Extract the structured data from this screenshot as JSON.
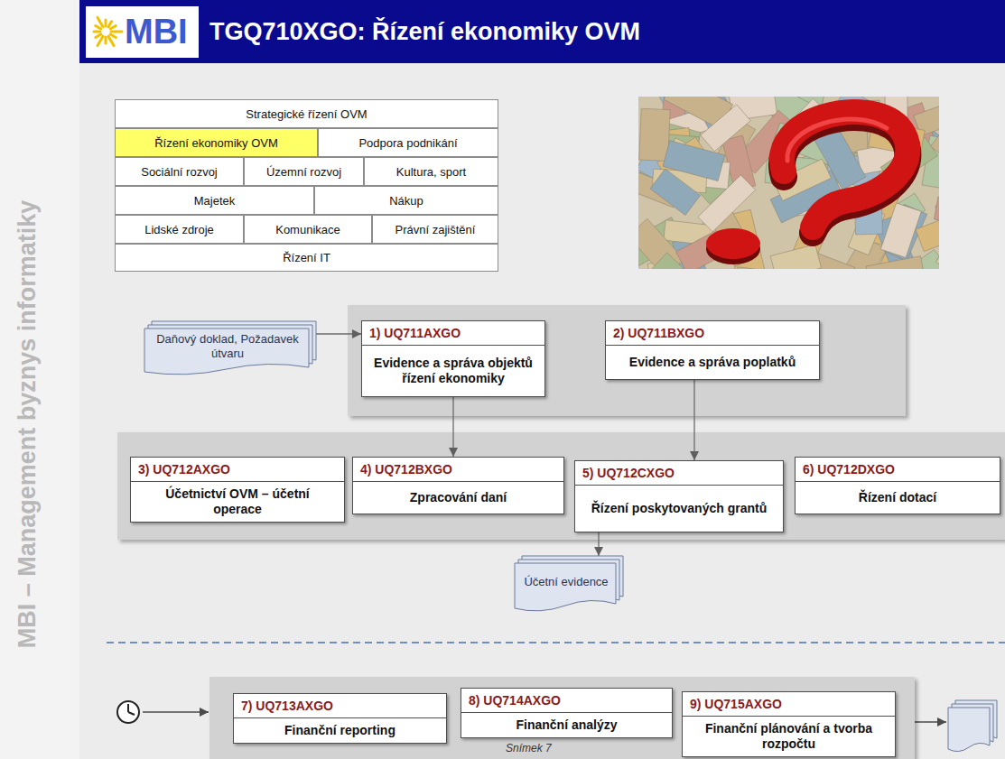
{
  "diagram": {
    "title": "TGQ710XGO: Řízení ekonomiky OVM",
    "nodes": [
      {
        "text": [
          "Daňový doklad, Požadavek útvaru"
        ]
      },
      {
        "text": [
          "1) UQ711AXGO",
          "Evidence a správa objektů řízení ekonomiky"
        ]
      },
      {
        "text": [
          "2) UQ711BXGO",
          "Evidence a správa poplatků"
        ]
      },
      {
        "text": [
          "3) UQ712AXGO",
          "Účetnictví OVM – účetní operace"
        ]
      },
      {
        "text": [
          "4) UQ712BXGO",
          "Zpracování daní"
        ]
      },
      {
        "text": [
          "5) UQ712CXGO",
          "Řízení poskytovaných grantů"
        ]
      },
      {
        "text": [
          "6) UQ712DXGO",
          "Řízení dotací"
        ]
      },
      {
        "text": [
          "Účetní evidence"
        ]
      },
      {
        "text": [
          "7) UQ713AXGO",
          "Finanční reporting"
        ]
      },
      {
        "text": [
          "8) UQ714AXGO",
          "Finanční analýzy"
        ]
      },
      {
        "text": [
          "9) UQ715AXGO",
          "Finanční plánování a tvorba rozpočtu"
        ]
      }
    ],
    "edges": [
      {
        "from": 0,
        "to": 1,
        "arrow": "to"
      },
      {
        "from": 1,
        "to": 4,
        "arrow": "to"
      },
      {
        "from": 2,
        "to": 5,
        "arrow": "to"
      },
      {
        "from": 5,
        "to": 7,
        "arrow": "to"
      }
    ],
    "labels": [
      "MBI",
      "MBI – Management byznys informatiky",
      "Strategické řízení OVM",
      "Řízení ekonomiky OVM",
      "Podpora podnikání",
      "Sociální rozvoj",
      "Územní rozvoj",
      "Kultura, sport",
      "Majetek",
      "Nákup",
      "Lidské zdroje",
      "Komunikace",
      "Právní zajištění",
      "Řízení IT",
      "Snímek 7"
    ]
  }
}
